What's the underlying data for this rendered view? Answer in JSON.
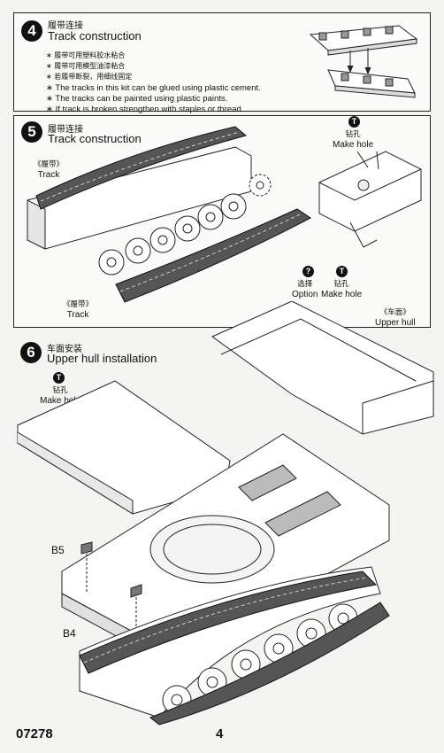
{
  "step4": {
    "number": "4",
    "title_zh": "履带连接",
    "title_en": "Track construction",
    "notes": [
      "∗ 履带可用塑料胶水粘合",
      "∗ 履带可用模型油漆粘合",
      "∗ 若履带断裂，用细线固定",
      "∗ The tracks in this kit can be glued using plastic cement.",
      "∗ The tracks can be painted using plastic paints.",
      "∗ If track is broken strengthen with staples or thread."
    ]
  },
  "step5": {
    "number": "5",
    "title_zh": "履带连接",
    "title_en": "Track construction",
    "track_top": {
      "zh": "《履带》",
      "en": "Track"
    },
    "track_bottom": {
      "zh": "《履带》",
      "en": "Track"
    },
    "make_hole": {
      "marker": "T",
      "zh": "钻孔",
      "en": "Make hole"
    }
  },
  "step6": {
    "number": "6",
    "title_zh": "车面安装",
    "title_en": "Upper hull installation",
    "option": {
      "marker": "?",
      "zh": "选择",
      "en": "Option"
    },
    "make_hole_a": {
      "marker": "T",
      "zh": "钻孔",
      "en": "Make hole"
    },
    "upper_hull": {
      "zh": "《车面》",
      "en": "Upper hull"
    },
    "make_hole_b": {
      "marker": "T",
      "zh": "钻孔",
      "en": "Make hole"
    },
    "part_b5": "B5",
    "part_b4": "B4"
  },
  "footer": {
    "code": "07278",
    "page": "4"
  }
}
